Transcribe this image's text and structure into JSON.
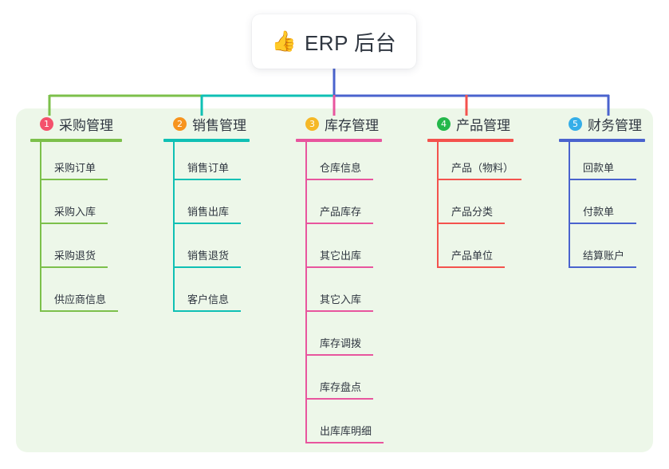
{
  "diagram": {
    "type": "mind-map",
    "root": {
      "icon": "thumbs-up-icon",
      "icon_glyph": "👍",
      "title": "ERP 后台"
    },
    "branches": [
      {
        "number": "1",
        "title": "采购管理",
        "color": "#7CC04B",
        "badge_color": "#F4516C",
        "children": [
          "采购订单",
          "采购入库",
          "采购退货",
          "供应商信息"
        ]
      },
      {
        "number": "2",
        "title": "销售管理",
        "color": "#0FC0B4",
        "badge_color": "#F7941E",
        "children": [
          "销售订单",
          "销售出库",
          "销售退货",
          "客户信息"
        ]
      },
      {
        "number": "3",
        "title": "库存管理",
        "color": "#E8559E",
        "badge_color": "#F5B827",
        "children": [
          "仓库信息",
          "产品库存",
          "其它出库",
          "其它入库",
          "库存调拨",
          "库存盘点",
          "出库库明细"
        ]
      },
      {
        "number": "4",
        "title": "产品管理",
        "color": "#F4524D",
        "badge_color": "#24B84B",
        "children": [
          "产品（物料）",
          "产品分类",
          "产品单位"
        ]
      },
      {
        "number": "5",
        "title": "财务管理",
        "color": "#4A63CE",
        "badge_color": "#35AEE8",
        "children": [
          "回款单",
          "付款单",
          "结算账户"
        ]
      }
    ],
    "panel_background": "#edf7e9",
    "page_background": "#ffffff"
  }
}
